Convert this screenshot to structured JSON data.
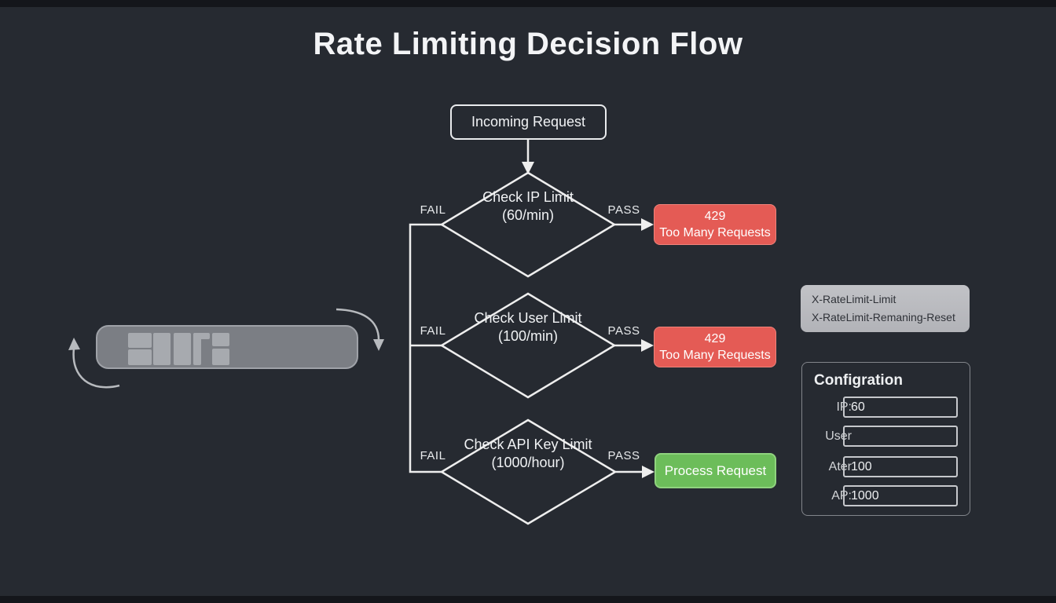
{
  "title": "Rate Limiting Decision Flow",
  "flow": {
    "start_label": "Incoming Request",
    "decisions": [
      {
        "label": "Check IP Limit",
        "limit": "(60/min)",
        "fail_label": "FAIL",
        "pass_label": "PASS"
      },
      {
        "label": "Check User Limit",
        "limit": "(100/min)",
        "fail_label": "FAIL",
        "pass_label": "PASS"
      },
      {
        "label": "Check API Key Limit",
        "limit": "(1000/hour)",
        "fail_label": "FAIL",
        "pass_label": "PASS"
      }
    ],
    "results": [
      {
        "code": "429",
        "text": "Too Many Requests"
      },
      {
        "code": "429",
        "text": "Too Many Requests"
      },
      {
        "text": "Process Request"
      }
    ]
  },
  "headers_box": {
    "line1": "X-RateLimit-Limit",
    "line2": "X-RateLimit-Remaning-Reset"
  },
  "config": {
    "title": "Configration",
    "fields": [
      {
        "label": "IP:",
        "value": "60"
      },
      {
        "label": "User",
        "value": ""
      },
      {
        "label": "Ater",
        "value": "100"
      },
      {
        "label": "AP:",
        "value": "1000"
      }
    ]
  },
  "colors": {
    "background": "#262a31",
    "line": "#eeeeee",
    "error_red": "#e45b55",
    "success_green": "#6cbd5a",
    "chip_gray": "#b9babe",
    "bar_gray": "#7b7e84"
  }
}
